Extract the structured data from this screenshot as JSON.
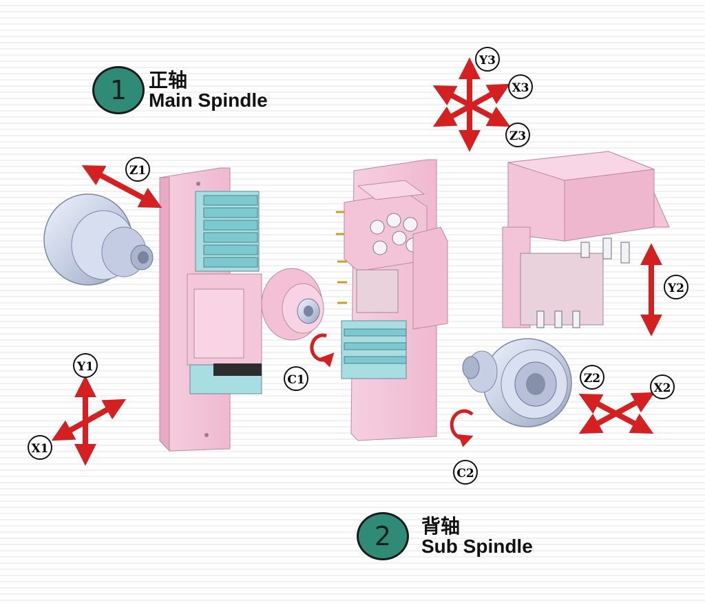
{
  "titles": {
    "main": {
      "number": "1",
      "cn": "正轴",
      "en": "Main Spindle"
    },
    "sub": {
      "number": "2",
      "cn": "背轴",
      "en": "Sub Spindle"
    }
  },
  "axes": {
    "Z1": "Z1",
    "Y1": "Y1",
    "X1": "X1",
    "C1": "C1",
    "C2": "C2",
    "X3": "X3",
    "Y3": "Y3",
    "Z3": "Z3",
    "Y2": "Y2",
    "Z2": "Z2",
    "X2": "X2"
  },
  "colors": {
    "accent_green": "#2f8b76",
    "arrow_red": "#d42020",
    "part_pink": "#f3c3d7",
    "tool_cyan": "#8fd6dc",
    "spindle_gray": "#c9d2e6"
  },
  "icons": [
    "axis-arrow-icon",
    "rotation-arrow-icon",
    "spindle-chuck-icon",
    "tool-holder-icon"
  ]
}
